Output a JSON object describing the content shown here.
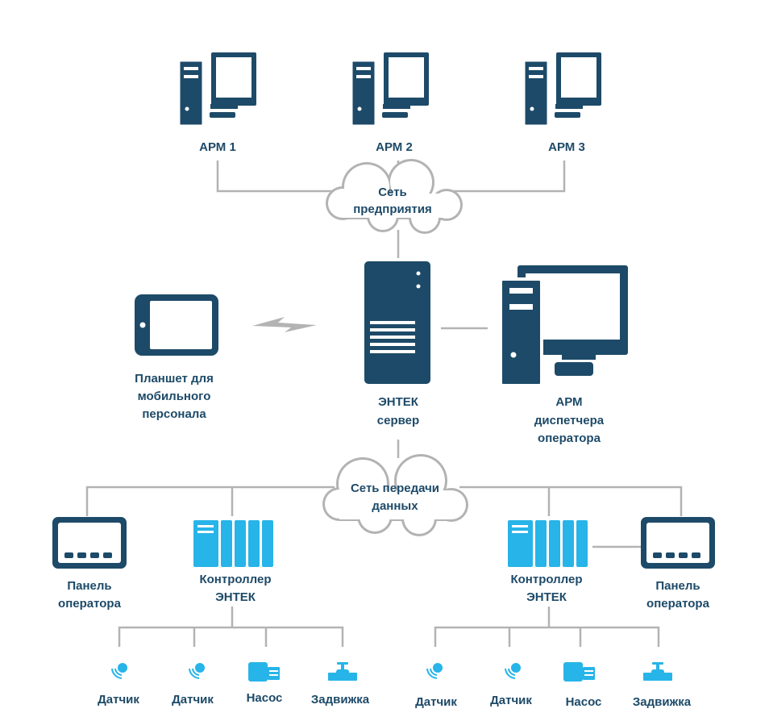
{
  "colors": {
    "navy": "#1d4a68",
    "cyan": "#27b4e8",
    "line": "#b3b3b3"
  },
  "workstations": [
    {
      "label": "АРМ 1",
      "icon": "desktop-computer-icon"
    },
    {
      "label": "АРМ 2",
      "icon": "desktop-computer-icon"
    },
    {
      "label": "АРМ 3",
      "icon": "desktop-computer-icon"
    }
  ],
  "enterprise_network": {
    "line1": "Сеть",
    "line2": "предприятия",
    "icon": "cloud-icon"
  },
  "tablet": {
    "line1": "Планшет для",
    "line2": "мобильного",
    "line3": "персонала",
    "icon": "tablet-icon"
  },
  "server": {
    "line1": "ЭНТЕК",
    "line2": "сервер",
    "icon": "server-icon"
  },
  "dispatcher": {
    "line1": "АРМ",
    "line2": "диспетчера",
    "line3": "оператора",
    "icon": "desktop-computer-icon"
  },
  "data_network": {
    "line1": "Сеть передачи",
    "line2": "данных",
    "icon": "cloud-icon"
  },
  "left_panel": {
    "line1": "Панель",
    "line2": "оператора",
    "icon": "operator-panel-icon"
  },
  "left_controller": {
    "line1": "Контроллер",
    "line2": "ЭНТЕК",
    "icon": "controller-icon"
  },
  "right_controller": {
    "line1": "Контроллер",
    "line2": "ЭНТЕК",
    "icon": "controller-icon"
  },
  "right_panel": {
    "line1": "Панель",
    "line2": "оператора",
    "icon": "operator-panel-icon"
  },
  "left_devices": [
    {
      "label": "Датчик",
      "icon": "sensor-icon"
    },
    {
      "label": "Датчик",
      "icon": "sensor-icon"
    },
    {
      "label": "Насос",
      "icon": "pump-icon"
    },
    {
      "label": "Задвижка",
      "icon": "valve-icon"
    }
  ],
  "right_devices": [
    {
      "label": "Датчик",
      "icon": "sensor-icon"
    },
    {
      "label": "Датчик",
      "icon": "sensor-icon"
    },
    {
      "label": "Насос",
      "icon": "pump-icon"
    },
    {
      "label": "Задвижка",
      "icon": "valve-icon"
    }
  ]
}
